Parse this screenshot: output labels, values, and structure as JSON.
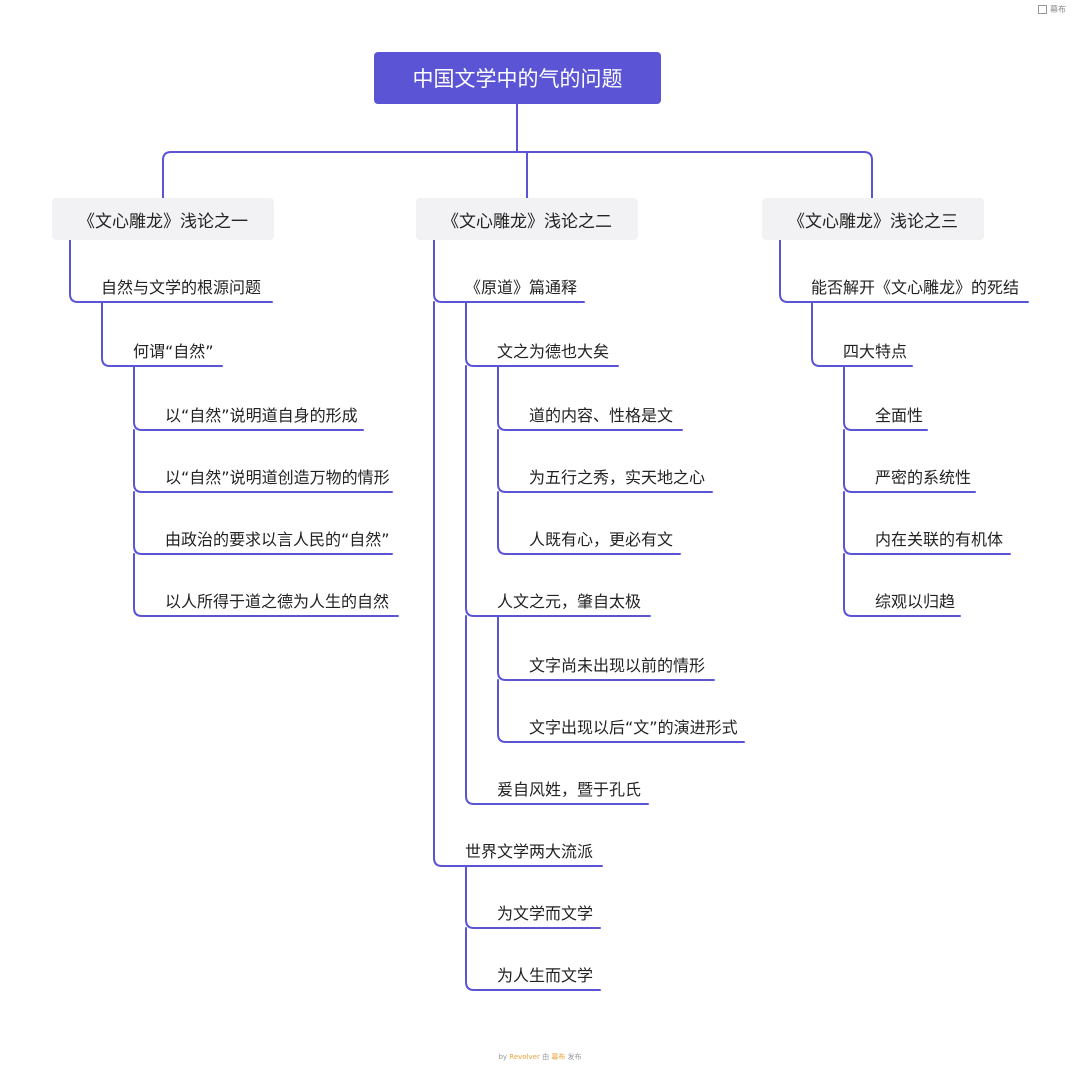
{
  "brand": {
    "label": "幕布"
  },
  "root": {
    "title": "中国文学中的气的问题"
  },
  "branches": [
    {
      "title": "《文心雕龙》浅论之一",
      "l1": {
        "label": "自然与文学的根源问题"
      },
      "l2": {
        "label": "何谓“自然”"
      },
      "l3": [
        "以“自然”说明道自身的形成",
        "以“自然”说明道创造万物的情形",
        "由政治的要求以言人民的“自然”",
        "以人所得于道之德为人生的自然"
      ]
    },
    {
      "title": "《文心雕龙》浅论之二",
      "yuandao": {
        "label": "《原道》篇通释",
        "g1": {
          "label": "文之为德也大矣",
          "items": [
            "道的内容、性格是文",
            "为五行之秀，实天地之心",
            "人既有心，更必有文"
          ]
        },
        "g2": {
          "label": "人文之元，肇自太极",
          "items": [
            "文字尚未出现以前的情形",
            "文字出现以后“文”的演进形式"
          ]
        },
        "g3": {
          "label": "爰自风姓，暨于孔氏"
        }
      },
      "world": {
        "label": "世界文学两大流派",
        "items": [
          "为文学而文学",
          "为人生而文学"
        ]
      }
    },
    {
      "title": "《文心雕龙》浅论之三",
      "l1": {
        "label": "能否解开《文心雕龙》的死结"
      },
      "l2": {
        "label": "四大特点"
      },
      "l3": [
        "全面性",
        "严密的系统性",
        "内在关联的有机体",
        "综观以归趋"
      ]
    }
  ],
  "footer": {
    "by": "by",
    "revolver": "Revolver",
    "via": "由",
    "app": "幕布",
    "publish": "发布"
  },
  "colors": {
    "line": "#5b55d6",
    "root_bg": "#5b55d6",
    "branch_bg": "#f2f2f4"
  }
}
